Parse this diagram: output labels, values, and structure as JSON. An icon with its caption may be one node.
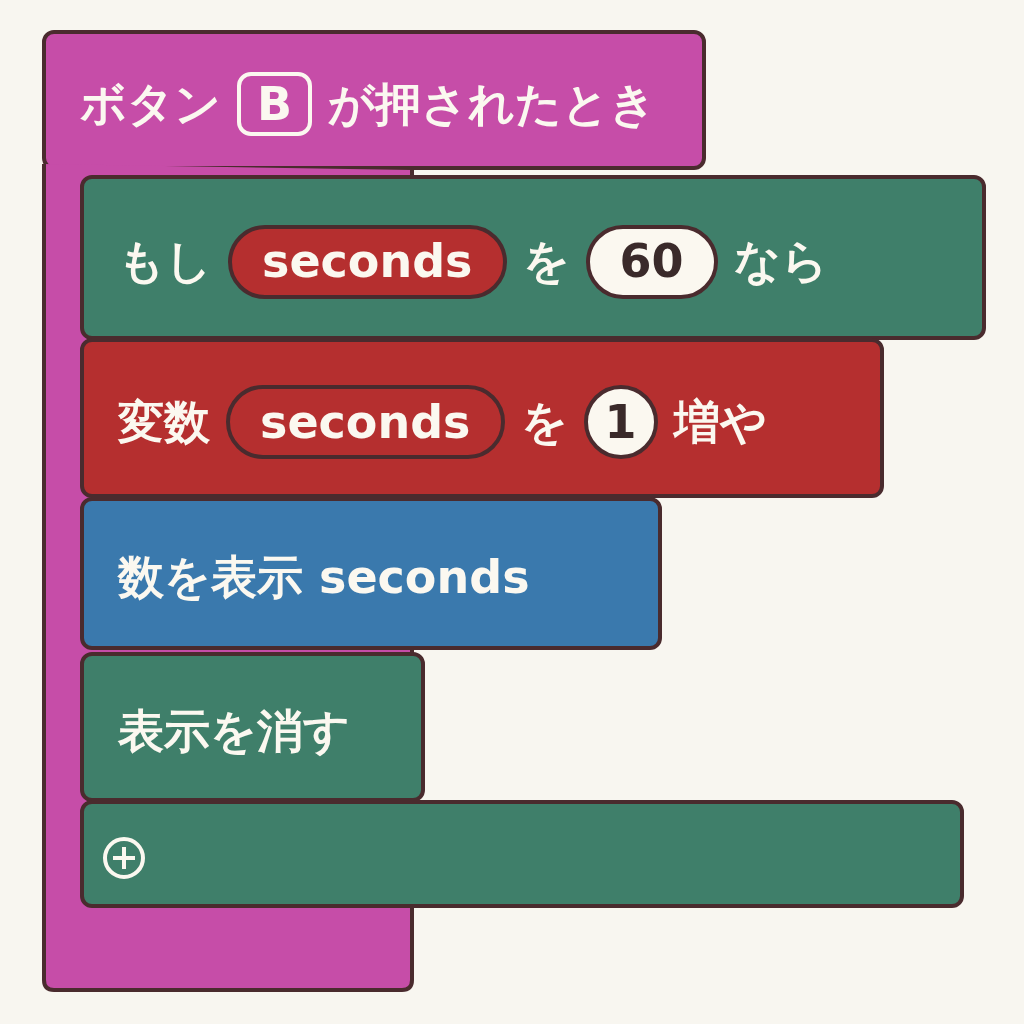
{
  "diagram": {
    "nodes": [
      {
        "text": [
          "ボタン",
          "が押されたとき"
        ]
      },
      {
        "text": [
          "B"
        ],
        "in": 0
      },
      {
        "text": [
          "もし",
          "を",
          "なら"
        ]
      },
      {
        "text": [
          "seconds"
        ],
        "in": 2
      },
      {
        "text": [
          "60"
        ],
        "in": 2
      },
      {
        "text": [
          "変数",
          "を",
          "増や"
        ]
      },
      {
        "text": [
          "seconds"
        ],
        "in": 5
      },
      {
        "text": [
          "1"
        ],
        "in": 5
      },
      {
        "text": [
          "数を表示 seconds"
        ]
      },
      {
        "text": [
          "表示を消す"
        ]
      },
      {
        "text": [],
        "shape": "bar"
      }
    ]
  }
}
